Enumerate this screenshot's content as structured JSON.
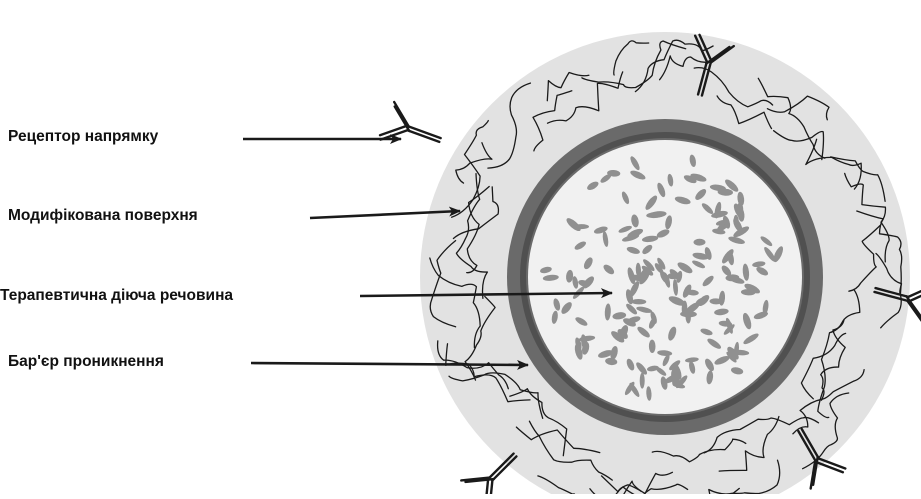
{
  "labels": {
    "receptor": "Рецептор напрямку",
    "surface": "Модифікована поверхня",
    "drug": "Терапевтична діюча речовина",
    "barrier": "Бар'єр проникнення"
  },
  "colors": {
    "outer_layer": "#e2e2e2",
    "barrier_ring": "#6a6a6a",
    "barrier_edge": "#4a4a4a",
    "core": "#f1f1f1",
    "particles": "#909090",
    "lines": "#1a1a1a"
  },
  "icons": [
    "arrow-icon",
    "antibody-receptor-icon"
  ]
}
